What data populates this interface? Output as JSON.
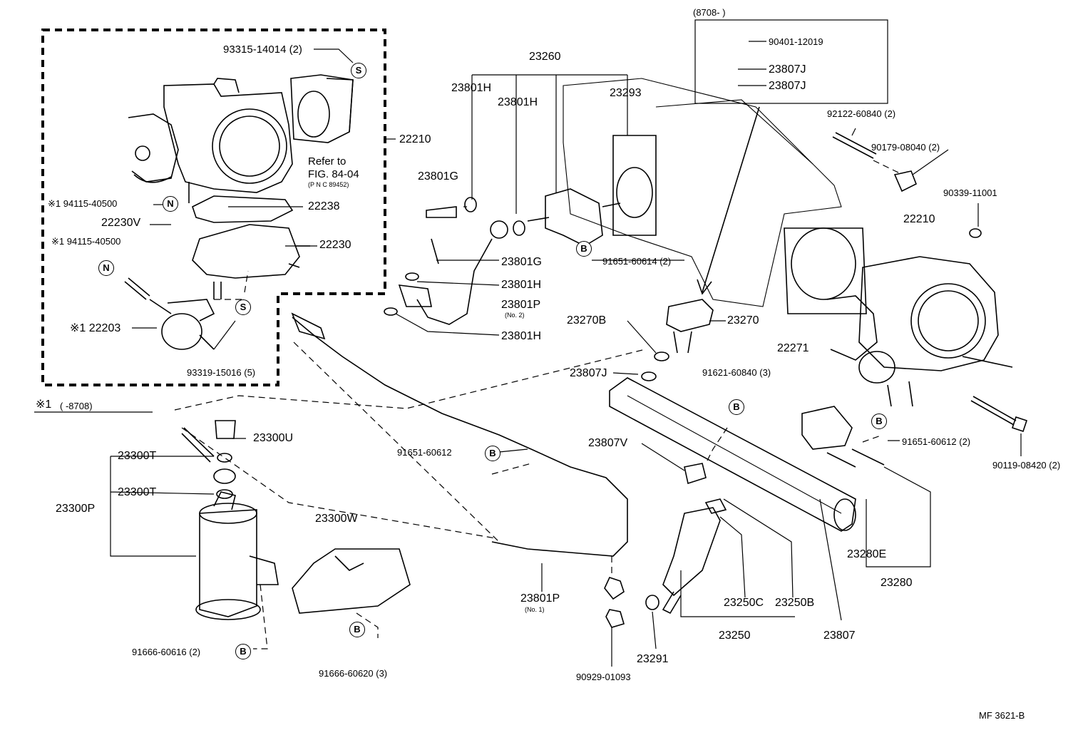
{
  "figure_code": "MF 3621-B",
  "refer_note": {
    "line1": "Refer to",
    "line2": "FIG. 84-04",
    "line3": "(P N C 89452)"
  },
  "footnote": {
    "mark": "※1",
    "range": "(        -8708)"
  },
  "inset": {
    "range": "(8708-        )"
  },
  "symbols": {
    "S": "S",
    "N": "N",
    "B": "B"
  },
  "labels": {
    "p93315_14014": "93315-14014 (2)",
    "p22210_left": "22210",
    "p94115_a": "※1 94115-40500",
    "p22238": "22238",
    "p22230V": "22230V",
    "p94115_b": "※1 94115-40500",
    "p22230": "22230",
    "p22203": "※1 22203",
    "p93319_15016": "93319-15016 (5)",
    "p23260": "23260",
    "p23801H_a": "23801H",
    "p23801H_b": "23801H",
    "p23293": "23293",
    "p23801G_a": "23801G",
    "p23801G_b": "23801G",
    "p91651_60614": "91651-60614 (2)",
    "p23801H_c": "23801H",
    "p23801P_2": "23801P",
    "p23801P_2_sub": "(No. 2)",
    "p23801H_d": "23801H",
    "p90401_12019": "90401-12019",
    "p23807J_a": "23807J",
    "p23807J_b": "23807J",
    "p92122_60840": "92122-60840 (2)",
    "p90179_08040": "90179-08040 (2)",
    "p90339_11001": "90339-11001",
    "p22210_right": "22210",
    "p23270B": "23270B",
    "p23270": "23270",
    "p22271": "22271",
    "p23807J_c": "23807J",
    "p91621_60840": "91621-60840 (3)",
    "p23300U": "23300U",
    "p23300T_a": "23300T",
    "p23300T_b": "23300T",
    "p23300P": "23300P",
    "p91651_60612_a": "91651-60612",
    "p23807V": "23807V",
    "p91651_60612_b": "91651-60612 (2)",
    "p90119_08420": "90119-08420 (2)",
    "p23300W": "23300W",
    "p23801P_1": "23801P",
    "p23801P_1_sub": "(No. 1)",
    "p23280E": "23280E",
    "p23280": "23280",
    "p23250C": "23250C",
    "p23250B": "23250B",
    "p23250": "23250",
    "p23807": "23807",
    "p91666_60616": "91666-60616 (2)",
    "p91666_60620": "91666-60620 (3)",
    "p23291": "23291",
    "p90929_01093": "90929-01093"
  }
}
